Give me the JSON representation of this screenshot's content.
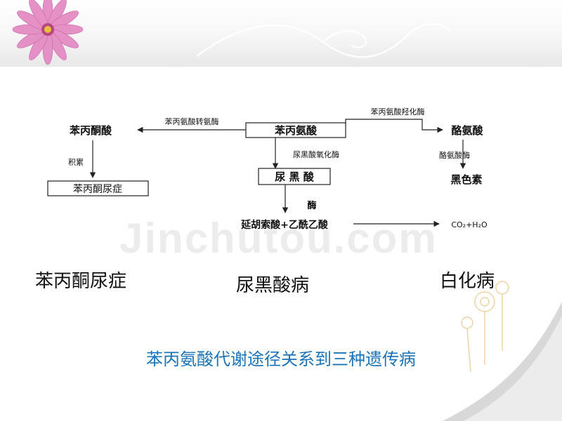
{
  "watermark": "Jinchutou.com",
  "pathway": {
    "phenylalanine": "苯丙氨酸",
    "phenylpyruvate": "苯丙酮酸",
    "transaminase": "苯丙氨酸转氨酶",
    "hydroxylase": "苯丙氨酸羟化酶",
    "tyrosine": "酪氨酸",
    "accumulation": "积累",
    "pku_box": "苯丙酮尿症",
    "oxidase": "尿黑酸氧化酶",
    "homogentisate": "尿 黑 酸",
    "enzyme": "酶",
    "products": "延胡索酸+乙酰乙酸",
    "tyrosinase": "酪氨酸酶",
    "melanin": "黑色素",
    "co2_h2o": "CO₂+H₂O"
  },
  "diseases": {
    "left": "苯丙酮尿症",
    "middle": "尿黑酸病",
    "right": "白化病"
  },
  "caption": "苯丙氨酸代谢途径关系到三种遗传病"
}
